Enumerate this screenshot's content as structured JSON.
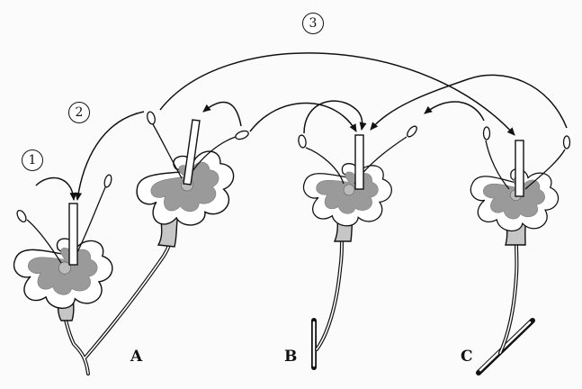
{
  "figure": {
    "plant_labels": [
      "A",
      "B",
      "C"
    ],
    "pollination_arrows": [
      "1",
      "2",
      "3"
    ]
  },
  "colors": {
    "ink": "#111111",
    "petal_fill": "#ffffff",
    "petal_shading": "#9a9a9a",
    "background": "#fbfbfb"
  }
}
